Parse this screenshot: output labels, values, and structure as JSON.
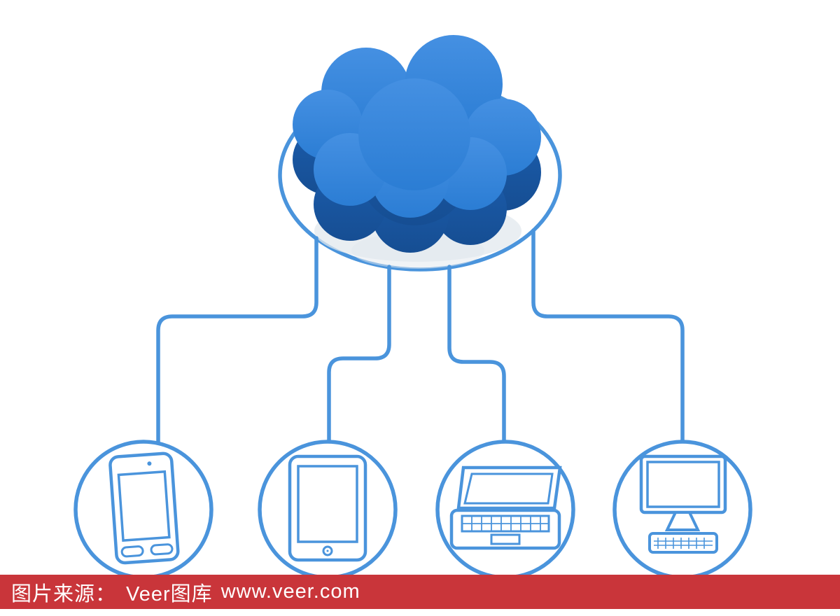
{
  "image": {
    "description": "Cloud computing concept: blue 3D cloud hub connected by lines to four client devices"
  },
  "diagram": {
    "hub": {
      "id": "cloud",
      "label": "cloud"
    },
    "devices": [
      {
        "id": "smartphone",
        "label": "smartphone"
      },
      {
        "id": "tablet",
        "label": "tablet"
      },
      {
        "id": "laptop",
        "label": "laptop"
      },
      {
        "id": "desktop",
        "label": "desktop-computer"
      }
    ],
    "edges": [
      [
        "cloud",
        "smartphone"
      ],
      [
        "cloud",
        "tablet"
      ],
      [
        "cloud",
        "laptop"
      ],
      [
        "cloud",
        "desktop"
      ]
    ]
  },
  "watermark": {
    "source_label": "图片来源：",
    "brand": "Veer图库",
    "url": "www.veer.com"
  },
  "colors": {
    "line_blue": "#4a94dc",
    "cloud_top": "#2b7dd4",
    "cloud_top_light": "#4590e2",
    "cloud_side": "#1b5cab",
    "cloud_side_dark": "#164e93",
    "shadow": "#e2e8ee",
    "watermark_bg": "#c9353a",
    "watermark_text": "#ffffff",
    "page_bg": "#ffffff"
  }
}
